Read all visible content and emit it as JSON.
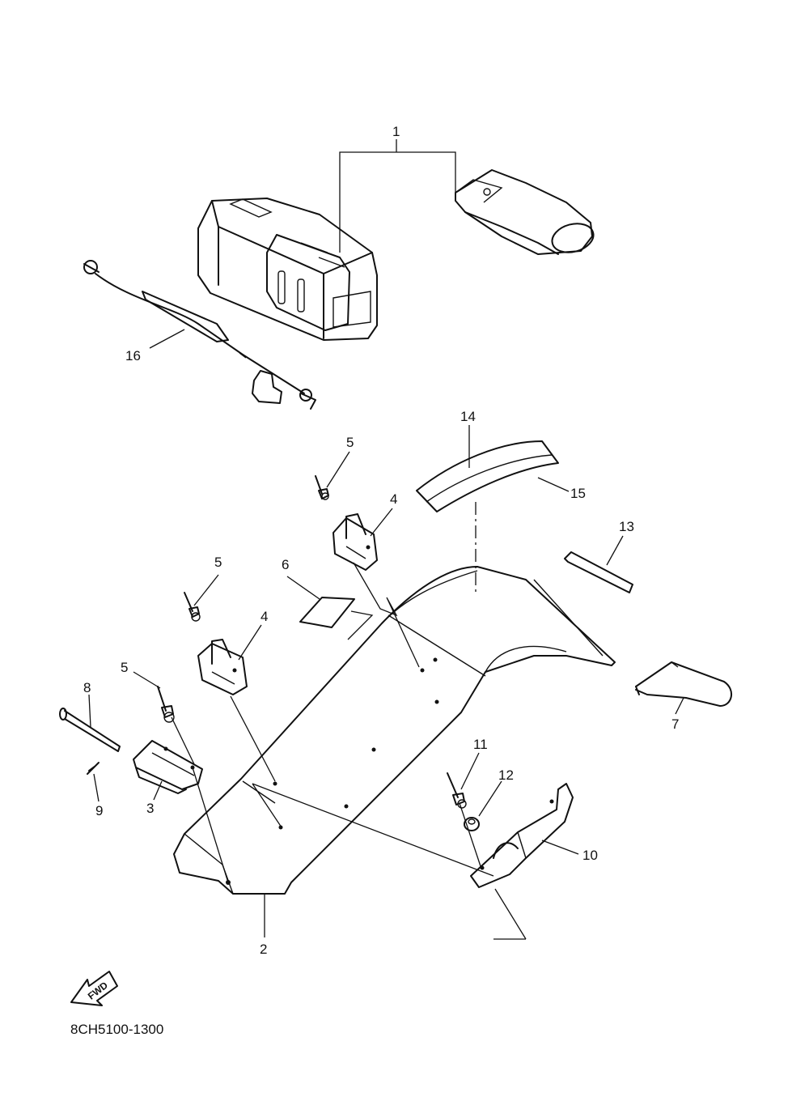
{
  "callouts": [
    {
      "id": "c1",
      "text": "1"
    },
    {
      "id": "c2",
      "text": "2"
    },
    {
      "id": "c3",
      "text": "3"
    },
    {
      "id": "c4a",
      "text": "4"
    },
    {
      "id": "c4b",
      "text": "4"
    },
    {
      "id": "c5a",
      "text": "5"
    },
    {
      "id": "c5b",
      "text": "5"
    },
    {
      "id": "c5c",
      "text": "5"
    },
    {
      "id": "c6",
      "text": "6"
    },
    {
      "id": "c7",
      "text": "7"
    },
    {
      "id": "c8",
      "text": "8"
    },
    {
      "id": "c9",
      "text": "9"
    },
    {
      "id": "c10",
      "text": "10"
    },
    {
      "id": "c11",
      "text": "11"
    },
    {
      "id": "c12",
      "text": "12"
    },
    {
      "id": "c13",
      "text": "13"
    },
    {
      "id": "c14",
      "text": "14"
    },
    {
      "id": "c15",
      "text": "15"
    },
    {
      "id": "c16",
      "text": "16"
    }
  ],
  "fwd_label": "FWD",
  "diagram_code": "8CH5100-1300"
}
